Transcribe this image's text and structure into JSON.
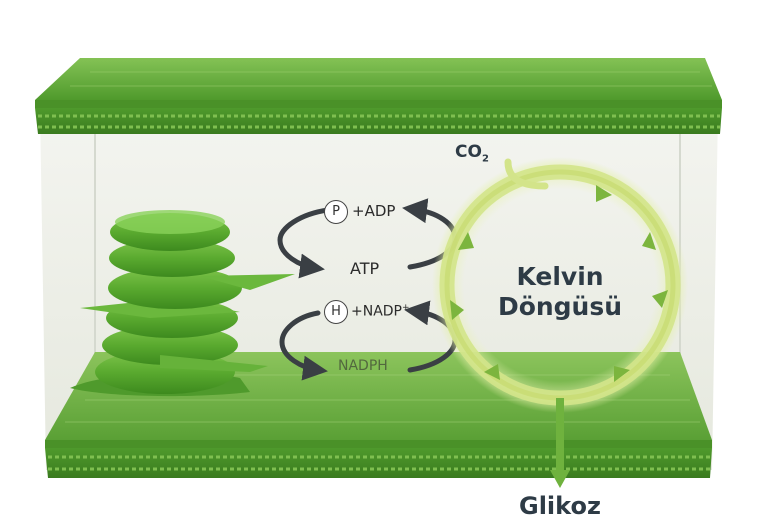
{
  "diagram": {
    "labels": {
      "co2": "CO",
      "co2_sub": "2",
      "phosphate_symbol": "P",
      "adp": "+ADP",
      "atp": "ATP",
      "hydrogen_symbol": "H",
      "nadp": "+NADP",
      "nadp_sup": "+",
      "nadph": "NADPH",
      "cycle_line1": "Kelvin",
      "cycle_line2": "Döngüsü",
      "glucose": "Glikoz"
    },
    "colors": {
      "membrane_green": "#5ea83a",
      "membrane_dark": "#3e7f22",
      "cycle_ring": "#c5d96a",
      "cycle_arrow": "#7cb53e",
      "reaction_arrow": "#3a3f44",
      "label_text": "#2e3b46"
    }
  }
}
